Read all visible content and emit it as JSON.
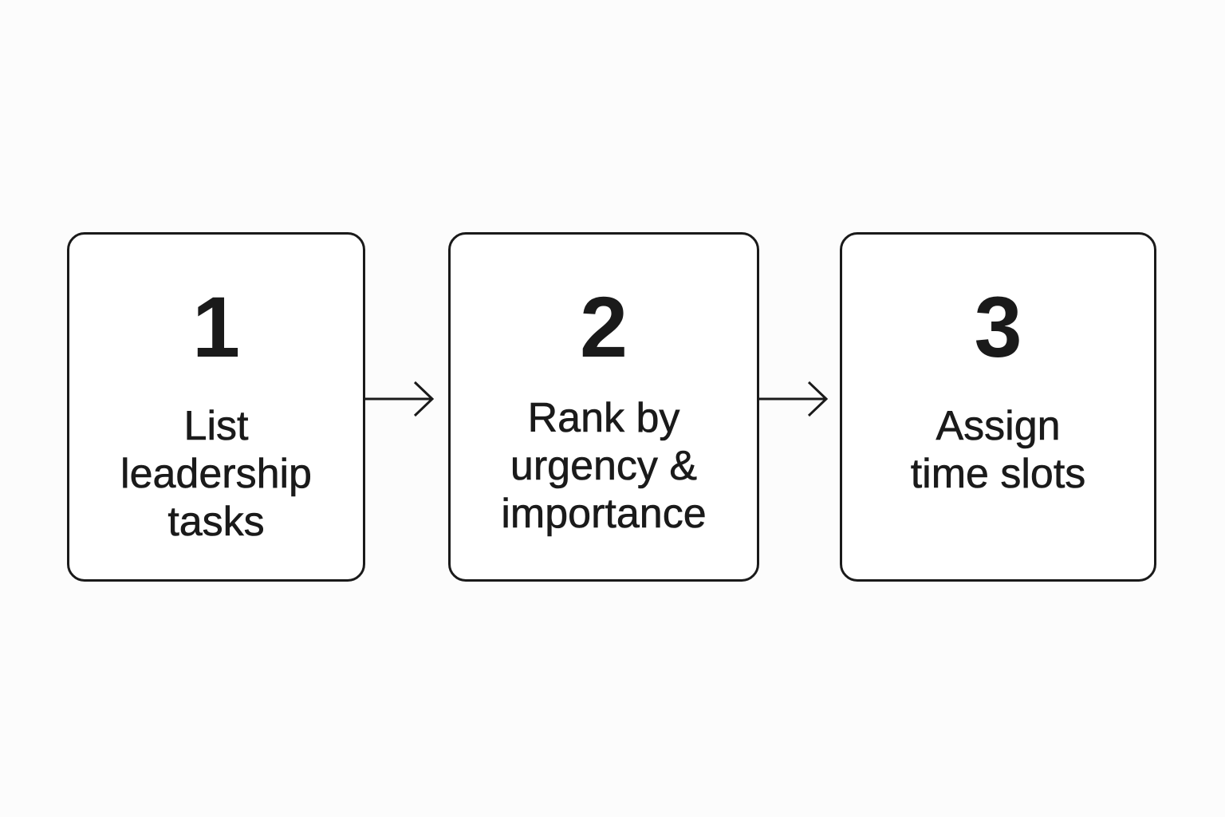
{
  "steps": [
    {
      "number": "1",
      "label": "List\nleadership\ntasks"
    },
    {
      "number": "2",
      "label": "Rank by\nurgency &\nimportance"
    },
    {
      "number": "3",
      "label": "Assign\ntime slots"
    }
  ],
  "colors": {
    "stroke": "#1a1a1a",
    "background": "#fcfcfc",
    "box_fill": "#ffffff"
  },
  "connectors": [
    {
      "from": "1",
      "to": "2",
      "icon": "arrow-right-icon"
    },
    {
      "from": "2",
      "to": "3",
      "icon": "arrow-right-icon"
    }
  ]
}
